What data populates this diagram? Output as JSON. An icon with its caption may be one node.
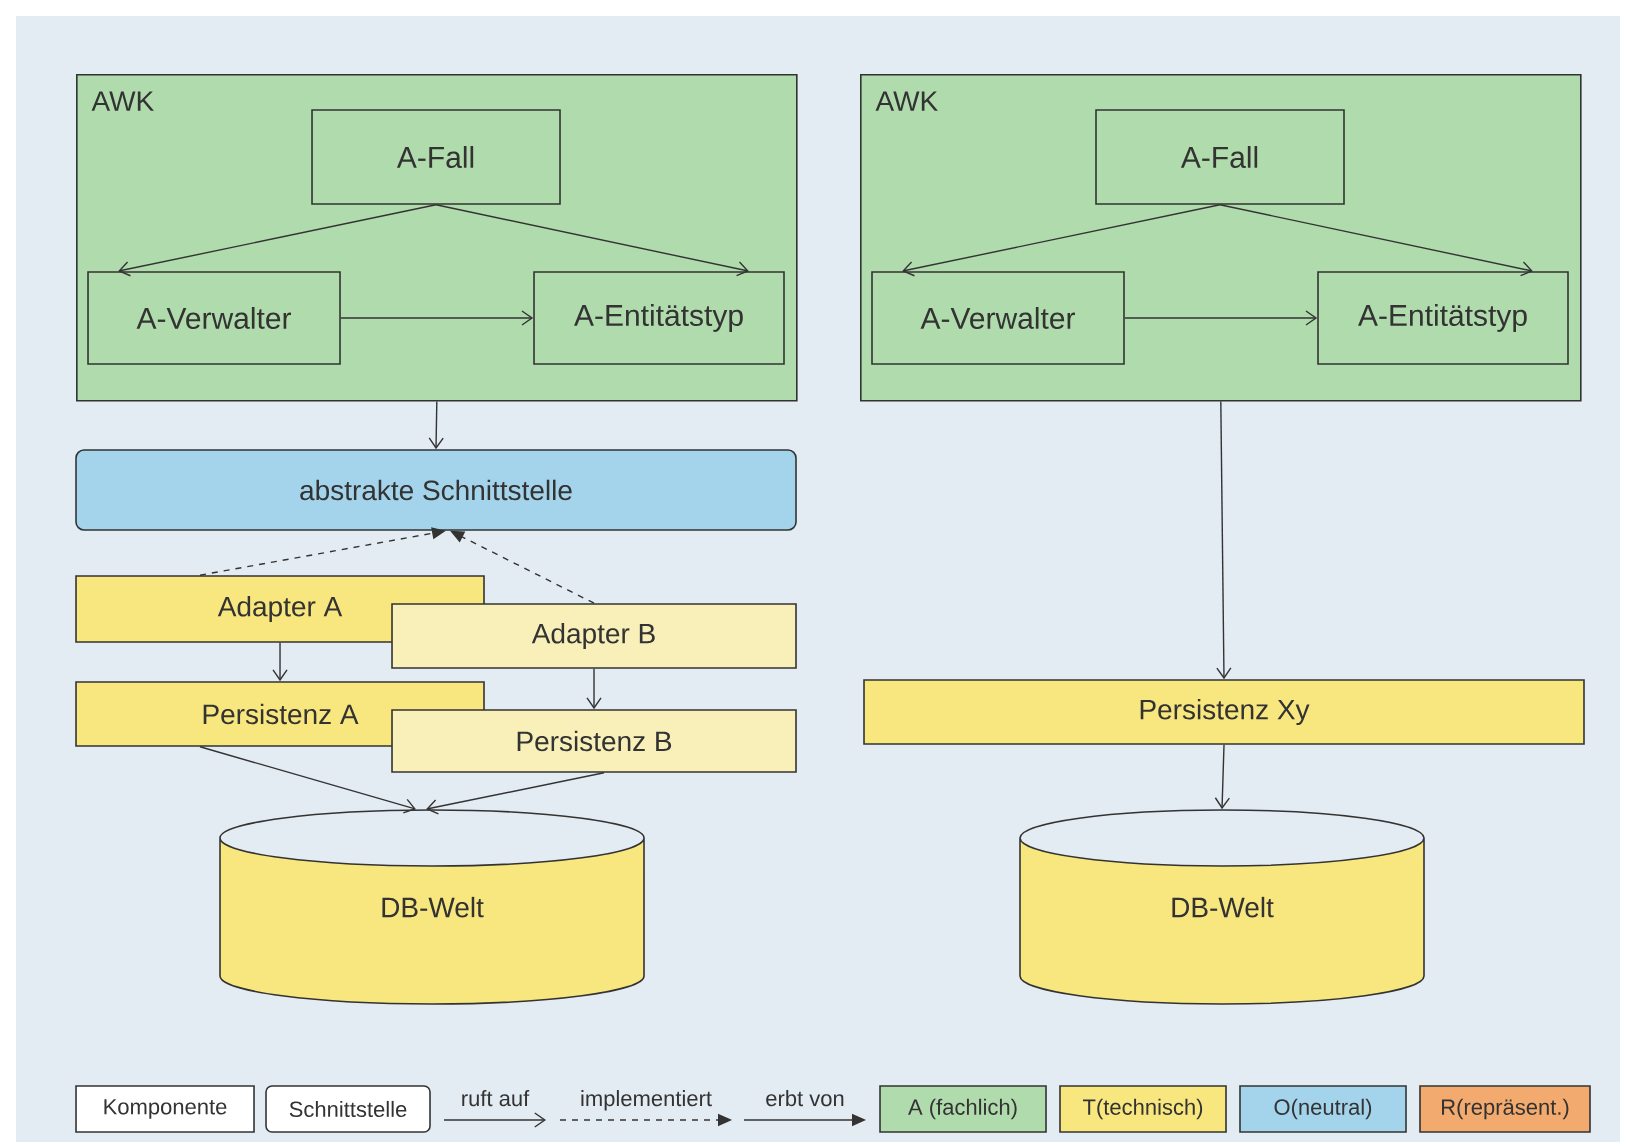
{
  "diagram": {
    "nodes": [
      {
        "text": [
          "AWK"
        ]
      },
      {
        "text": [
          "A-Fall"
        ],
        "in": 0
      },
      {
        "text": [
          "A-Verwalter"
        ],
        "in": 0
      },
      {
        "text": [
          "A-Entitätstyp"
        ],
        "in": 0
      },
      {
        "text": [
          "abstrakte Schnittstelle"
        ]
      },
      {
        "text": [
          "Adapter A"
        ]
      },
      {
        "text": [
          "Adapter B"
        ]
      },
      {
        "text": [
          "Persistenz A"
        ]
      },
      {
        "text": [
          "Persistenz B"
        ]
      },
      {
        "text": [
          "DB-Welt"
        ]
      },
      {
        "text": [
          "AWK"
        ]
      },
      {
        "text": [
          "A-Fall"
        ],
        "in": 10
      },
      {
        "text": [
          "A-Verwalter"
        ],
        "in": 10
      },
      {
        "text": [
          "A-Entitätstyp"
        ],
        "in": 10
      },
      {
        "text": [
          "Persistenz Xy"
        ]
      },
      {
        "text": [
          "DB-Welt"
        ]
      }
    ],
    "edges": [
      {
        "from": 1,
        "to": 2,
        "arrow": "to"
      },
      {
        "from": 1,
        "to": 3,
        "arrow": "to"
      },
      {
        "from": 2,
        "to": 3,
        "arrow": "to"
      },
      {
        "from": 0,
        "to": 4,
        "arrow": "to"
      },
      {
        "from": 5,
        "to": 4,
        "arrow": "to",
        "style": "dashed"
      },
      {
        "from": 6,
        "to": 4,
        "arrow": "to",
        "style": "dashed"
      },
      {
        "from": 5,
        "to": 7,
        "arrow": "to"
      },
      {
        "from": 6,
        "to": 8,
        "arrow": "to"
      },
      {
        "from": 7,
        "to": 9,
        "arrow": "to"
      },
      {
        "from": 8,
        "to": 9,
        "arrow": "to"
      },
      {
        "from": 11,
        "to": 12,
        "arrow": "to"
      },
      {
        "from": 11,
        "to": 13,
        "arrow": "to"
      },
      {
        "from": 12,
        "to": 13,
        "arrow": "to"
      },
      {
        "from": 10,
        "to": 14,
        "arrow": "to"
      },
      {
        "from": 14,
        "to": 15,
        "arrow": "to"
      }
    ],
    "legend": [
      {
        "text": "Komponente"
      },
      {
        "text": "Schnittstelle"
      },
      {
        "text": "ruft auf"
      },
      {
        "text": "implementiert"
      },
      {
        "text": "erbt von"
      },
      {
        "text": "A (fachlich)",
        "color": "#b0dbac"
      },
      {
        "text": "T(technisch)",
        "color": "#f8e67e"
      },
      {
        "text": "O(neutral)",
        "color": "#a3d4ec"
      },
      {
        "text": "R(repräsent.)",
        "color": "#f3aa6e"
      }
    ]
  }
}
